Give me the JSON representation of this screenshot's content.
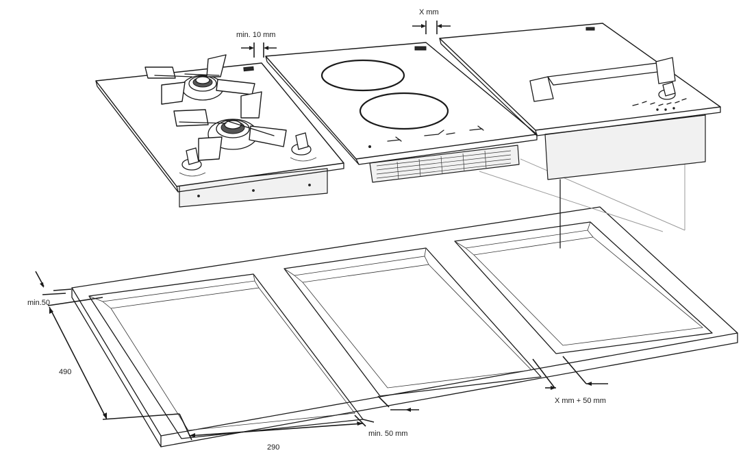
{
  "labels": {
    "min_10_mm": "min. 10 mm",
    "x_mm": "X mm",
    "min_50": "min.50",
    "depth_490": "490",
    "width_290": "290",
    "min_50_mm": "min. 50 mm",
    "x_mm_plus_50": "X mm + 50 mm"
  }
}
